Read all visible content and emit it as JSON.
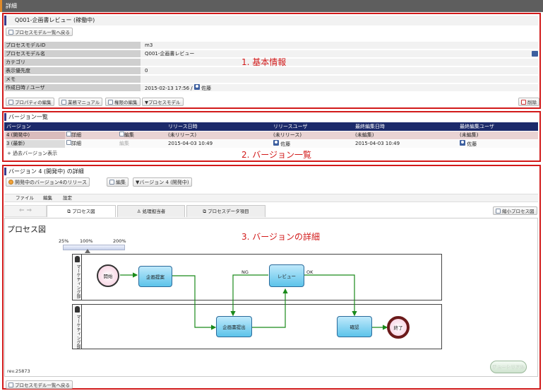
{
  "titlebar": {
    "title": "詳細"
  },
  "basic": {
    "heading": "Q001-企画書レビュー (稼働中)",
    "back_btn": "プロセスモデル一覧へ戻る",
    "annotation": "1. 基本情報",
    "fields": [
      {
        "label": "プロセスモデルID",
        "value": "m3"
      },
      {
        "label": "プロセスモデル名",
        "value": "Q001-企画書レビュー"
      },
      {
        "label": "カテゴリ",
        "value": ""
      },
      {
        "label": "表示優先度",
        "value": "0"
      },
      {
        "label": "メモ",
        "value": ""
      },
      {
        "label": "作成日時 / ユーザ",
        "value": "2015-02-13 17:56 /",
        "user": "佐藤"
      }
    ],
    "buttons": {
      "edit_property": "プロパティの編集",
      "manual": "業務マニュアル",
      "edit_auth": "権限の編集",
      "process_model": "▼プロセスモデル",
      "delete": "削除"
    }
  },
  "versions": {
    "title": "バージョン一覧",
    "annotation": "2. バージョン一覧",
    "headers": [
      "バージョン",
      "リリース日時",
      "リリースユーザ",
      "最終編集日時",
      "最終編集ユーザ"
    ],
    "rows": [
      {
        "version": "4 (開発中)",
        "detail": "詳細",
        "edit": "編集",
        "release_date": "(未リリース)",
        "release_user": "(未リリース)",
        "edit_date": "(未編集)",
        "edit_user": "(未編集)"
      },
      {
        "version": "3 (最新)",
        "detail": "詳細",
        "edit": "編集",
        "release_date": "2015-04-03 10:49",
        "release_user": "佐藤",
        "edit_date": "2015-04-03 10:49",
        "edit_user": "佐藤"
      }
    ],
    "past": "過去バージョン表示"
  },
  "vdetail": {
    "title": "バージョン 4 (開発中) の詳細",
    "release_btn": "開発中のバージョン4のリリース",
    "edit_btn": "編集",
    "version_select": "▼バージョン 4 (開発中)",
    "menu": [
      "ファイル",
      "編集",
      "設定"
    ],
    "tabs": [
      "プロセス図",
      "処理担当者",
      "プロセスデータ項目"
    ],
    "shrink_btn": "縮小プロセス図",
    "annotation": "3. バージョンの詳細",
    "diagram_title": "プロセス図",
    "zoom": [
      "25%",
      "100%",
      "200%"
    ],
    "lanes": [
      "マーケティング部",
      "マーケティング部"
    ],
    "nodes": {
      "start": "開始",
      "plan": "企画提案",
      "review": "レビュー",
      "create": "企画書提出",
      "confirm": "確認",
      "end": "終了"
    },
    "edge_labels": {
      "ng": "NG",
      "ok": "OK"
    },
    "rev": "rev.25873",
    "tutorial": "チュートリアル",
    "back_btn": "プロセスモデル一覧へ戻る"
  }
}
